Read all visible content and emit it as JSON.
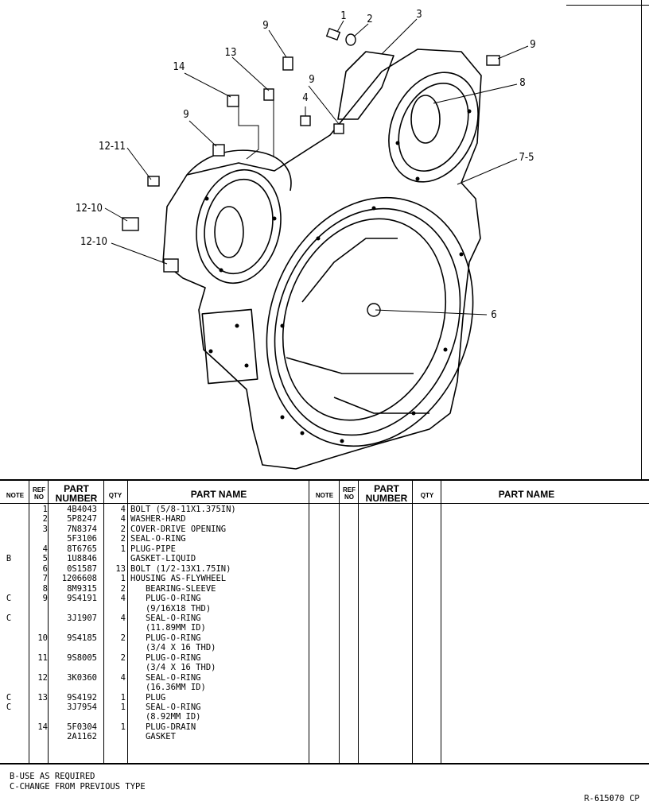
{
  "diagram": {
    "callouts": [
      "1",
      "2",
      "3",
      "9",
      "9",
      "13",
      "14",
      "9",
      "4",
      "9",
      "8",
      "12-11",
      "7-5",
      "12-10",
      "12-10",
      "6"
    ]
  },
  "table": {
    "headers": {
      "note": "NOTE",
      "ref_no": [
        "REF",
        "NO"
      ],
      "part_number": [
        "PART",
        "NUMBER"
      ],
      "qty": "QTY",
      "part_name": "PART NAME"
    },
    "rows": [
      {
        "note": "",
        "ref": "1",
        "pn": "4B4043",
        "qty": "4",
        "name": "BOLT (5/8-11X1.375IN)"
      },
      {
        "note": "",
        "ref": "2",
        "pn": "5P8247",
        "qty": "4",
        "name": "WASHER-HARD"
      },
      {
        "note": "",
        "ref": "3",
        "pn": "7N8374",
        "qty": "2",
        "name": "COVER-DRIVE OPENING"
      },
      {
        "note": "",
        "ref": "",
        "pn": "5F3106",
        "qty": "2",
        "name": "SEAL-O-RING"
      },
      {
        "note": "",
        "ref": "4",
        "pn": "8T6765",
        "qty": "1",
        "name": "PLUG-PIPE"
      },
      {
        "note": "B",
        "ref": "5",
        "pn": "1U8846",
        "qty": "",
        "name": "GASKET-LIQUID"
      },
      {
        "note": "",
        "ref": "6",
        "pn": "0S1587",
        "qty": "13",
        "name": "BOLT (1/2-13X1.75IN)"
      },
      {
        "note": "",
        "ref": "7",
        "pn": "1206608",
        "qty": "1",
        "name": "HOUSING AS-FLYWHEEL"
      },
      {
        "note": "",
        "ref": "8",
        "pn": "8M9315",
        "qty": "2",
        "name": "   BEARING-SLEEVE"
      },
      {
        "note": "C",
        "ref": "9",
        "pn": "9S4191",
        "qty": "4",
        "name": "   PLUG-O-RING"
      },
      {
        "note": "",
        "ref": "",
        "pn": "",
        "qty": "",
        "name": "   (9/16X18 THD)"
      },
      {
        "note": "C",
        "ref": "",
        "pn": "3J1907",
        "qty": "4",
        "name": "   SEAL-O-RING"
      },
      {
        "note": "",
        "ref": "",
        "pn": "",
        "qty": "",
        "name": "   (11.89MM ID)"
      },
      {
        "note": "",
        "ref": "10",
        "pn": "9S4185",
        "qty": "2",
        "name": "   PLUG-O-RING"
      },
      {
        "note": "",
        "ref": "",
        "pn": "",
        "qty": "",
        "name": "   (3/4 X 16 THD)"
      },
      {
        "note": "",
        "ref": "11",
        "pn": "9S8005",
        "qty": "2",
        "name": "   PLUG-O-RING"
      },
      {
        "note": "",
        "ref": "",
        "pn": "",
        "qty": "",
        "name": "   (3/4 X 16 THD)"
      },
      {
        "note": "",
        "ref": "12",
        "pn": "3K0360",
        "qty": "4",
        "name": "   SEAL-O-RING"
      },
      {
        "note": "",
        "ref": "",
        "pn": "",
        "qty": "",
        "name": "   (16.36MM ID)"
      },
      {
        "note": "C",
        "ref": "13",
        "pn": "9S4192",
        "qty": "1",
        "name": "   PLUG"
      },
      {
        "note": "C",
        "ref": "",
        "pn": "3J7954",
        "qty": "1",
        "name": "   SEAL-O-RING"
      },
      {
        "note": "",
        "ref": "",
        "pn": "",
        "qty": "",
        "name": "   (8.92MM ID)"
      },
      {
        "note": "",
        "ref": "14",
        "pn": "5F0304",
        "qty": "1",
        "name": "   PLUG-DRAIN"
      },
      {
        "note": "",
        "ref": "",
        "pn": "2A1162",
        "qty": "",
        "name": "   GASKET"
      }
    ]
  },
  "notes": [
    "B-USE AS REQUIRED",
    "C-CHANGE FROM PREVIOUS TYPE"
  ],
  "figure_ref": "R-615070 CP"
}
